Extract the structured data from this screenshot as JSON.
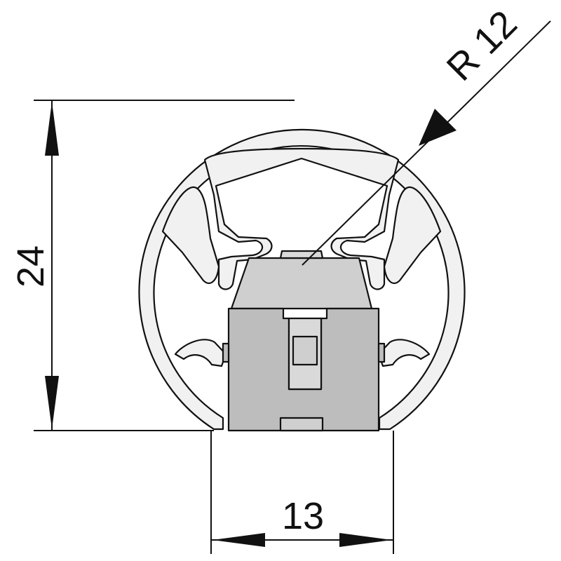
{
  "dimensions": {
    "height_value": "24",
    "width_value": "13",
    "radius_value": "R 12"
  },
  "colors": {
    "outline": "#111111",
    "profile_fill": "#f1f1f1",
    "insert_fill": "#bdbdbd",
    "insert_top_fill": "#cfcfcf",
    "led_fill": "#d9d9d9",
    "background": "#ffffff"
  }
}
